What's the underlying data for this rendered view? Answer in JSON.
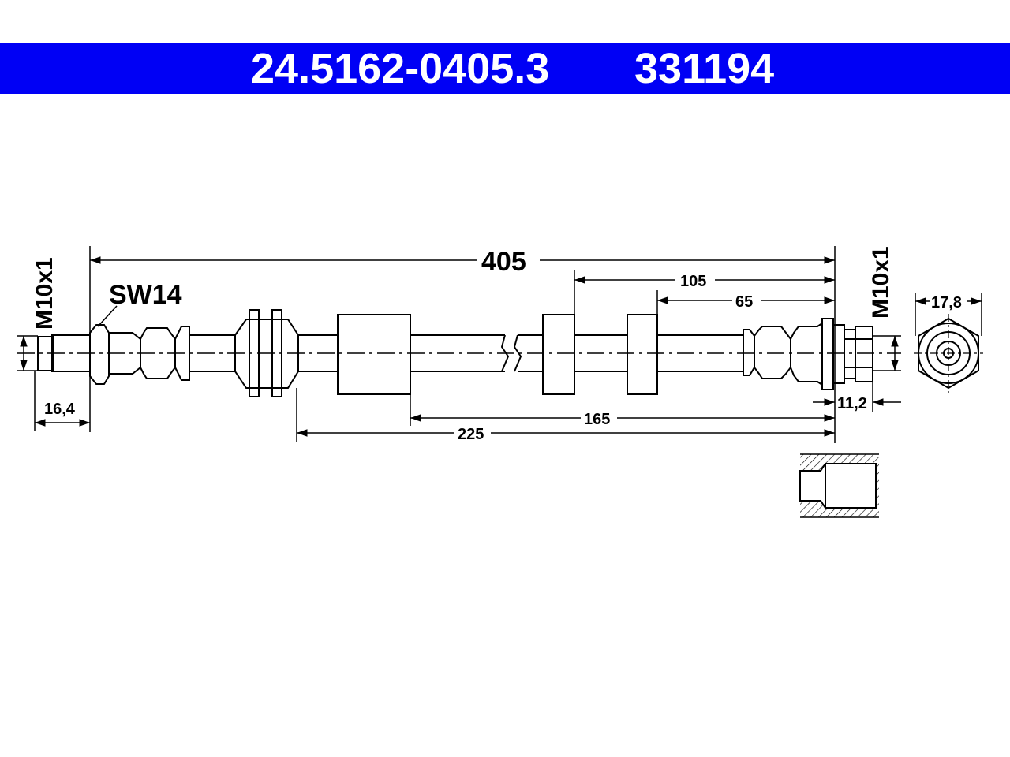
{
  "header": {
    "part_number": "24.5162-0405.3",
    "ref_number": "331194",
    "background_color": "#0000f5",
    "text_color": "#ffffff"
  },
  "drawing": {
    "thread_left": "M10x1",
    "thread_right": "M10x1",
    "wrench_size": "SW14",
    "dim_total": "405",
    "dim_105": "105",
    "dim_65": "65",
    "dim_165": "165",
    "dim_225": "225",
    "dim_left_fitting": "16,4",
    "dim_right_fitting": "11,2",
    "dim_hex": "17,8"
  }
}
